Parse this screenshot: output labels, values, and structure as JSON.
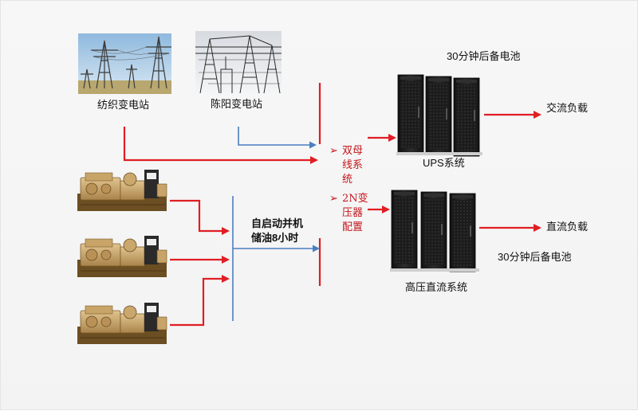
{
  "colors": {
    "power_line": "#e01e24",
    "signal_line": "#4a7fc1",
    "note_text": "#c4161c",
    "rack": "#1e1e1e",
    "genset": "#c8a36a"
  },
  "substations": [
    {
      "label": "纺织变电站",
      "icon": "transmission-tower-photo-icon"
    },
    {
      "label": "陈阳变电站",
      "icon": "substation-photo-icon"
    }
  ],
  "generators": {
    "icon": "diesel-generator-icon",
    "count": 3,
    "note_line1": "自启动并机",
    "note_line2": "储油8小时"
  },
  "bus_notes": [
    {
      "marker": "➢",
      "lines": [
        "双母",
        "线系",
        "统"
      ]
    },
    {
      "marker": "➢",
      "lines": [
        "2N变",
        "压器",
        "配置"
      ]
    }
  ],
  "systems": [
    {
      "label": "UPS系统",
      "battery": "30分钟后备电池",
      "load": "交流负载",
      "icon": "server-rack-icon"
    },
    {
      "label": "高压直流系统",
      "battery": "30分钟后备电池",
      "load": "直流负载",
      "icon": "server-rack-icon"
    }
  ]
}
